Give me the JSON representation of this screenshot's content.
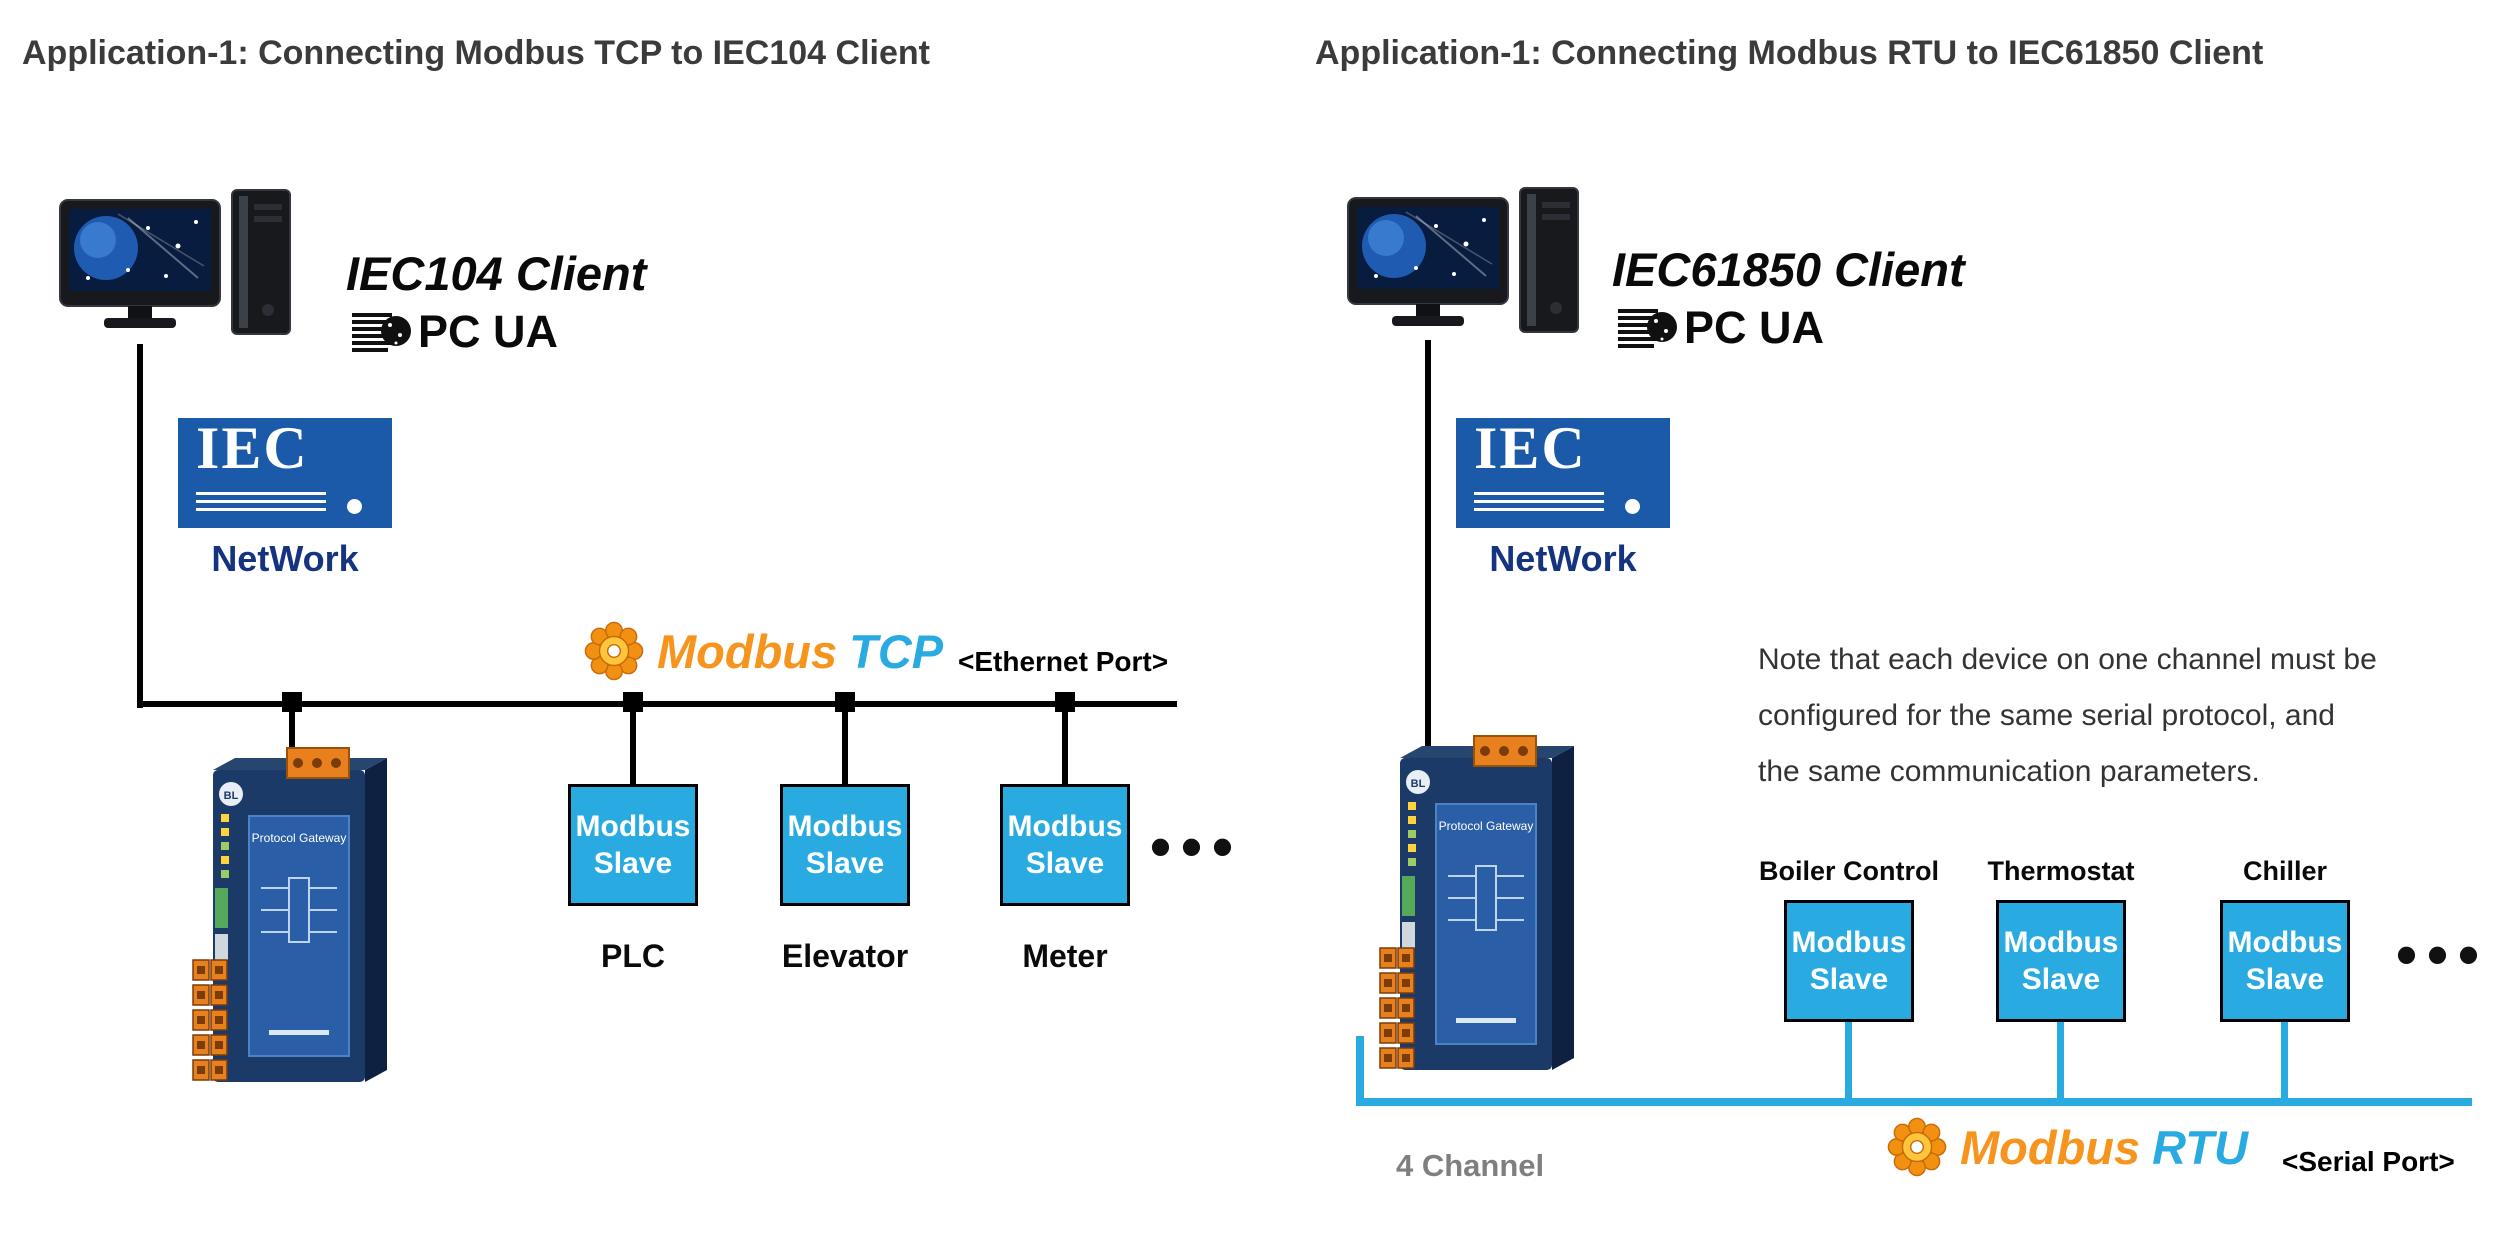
{
  "colors": {
    "accent_blue": "#29ABE2",
    "iec_blue": "#1a5aa8",
    "network_navy": "#16337f",
    "modbus_orange": "#F7941D",
    "title_gray": "#3b3b3b",
    "channel_gray": "#7f7f7f"
  },
  "gateway": {
    "panel_label": "Protocol Gateway",
    "badge": "BL"
  },
  "left": {
    "title": "Application-1: Connecting Modbus TCP to IEC104 Client",
    "client_label": "IEC104 Client",
    "opcua_text": "PC UA",
    "iec_text": "IEC",
    "network_label": "NetWork",
    "modbus_name": "Modbus",
    "modbus_variant": "TCP",
    "port_label": "<Ethernet Port>",
    "slave_line1": "Modbus",
    "slave_line2": "Slave",
    "slaves": [
      {
        "caption": "PLC"
      },
      {
        "caption": "Elevator"
      },
      {
        "caption": "Meter"
      }
    ],
    "ellipsis": "•••"
  },
  "right": {
    "title": "Application-1: Connecting Modbus RTU to IEC61850 Client",
    "client_label": "IEC61850 Client",
    "opcua_text": "PC UA",
    "iec_text": "IEC",
    "network_label": "NetWork",
    "modbus_name": "Modbus",
    "modbus_variant": "RTU",
    "port_label": "<Serial Port>",
    "note_lines": [
      "Note that each device on one channel must be",
      "configured for the same serial protocol, and",
      "the same communication parameters."
    ],
    "slave_line1": "Modbus",
    "slave_line2": "Slave",
    "slaves": [
      {
        "caption": "Boiler Control"
      },
      {
        "caption": "Thermostat"
      },
      {
        "caption": "Chiller"
      }
    ],
    "channel_label": "4 Channel",
    "ellipsis": "•••"
  }
}
